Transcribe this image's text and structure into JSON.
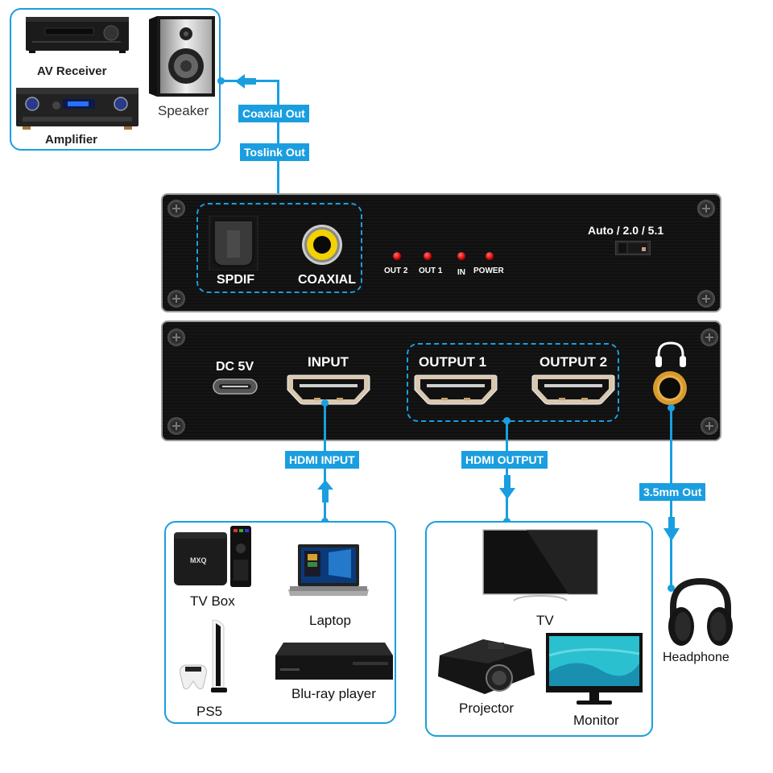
{
  "colors": {
    "accent": "#1a9ee0",
    "panel": "#111111",
    "led": "#e00000",
    "coax_ring": "#f2d200",
    "jack_gold": "#d89a2a"
  },
  "audio_devices": {
    "items": [
      {
        "label": "AV Receiver",
        "icon": "av-receiver-icon"
      },
      {
        "label": "Amplifier",
        "icon": "amplifier-icon"
      },
      {
        "label": "Speaker",
        "icon": "speaker-icon"
      }
    ]
  },
  "connectors": {
    "coaxial_out": "Coaxial Out",
    "toslink_out": "Toslink Out",
    "hdmi_input": "HDMI INPUT",
    "hdmi_output": "HDMI OUTPUT",
    "headphone_out": "3.5mm Out"
  },
  "front_panel": {
    "spdif": "SPDIF",
    "coaxial": "COAXIAL",
    "leds": [
      "OUT 2",
      "OUT 1",
      "IN",
      "POWER"
    ],
    "mode_switch_label": "Auto / 2.0 / 5.1"
  },
  "rear_panel": {
    "dc": "DC 5V",
    "input": "INPUT",
    "output1": "OUTPUT 1",
    "output2": "OUTPUT 2"
  },
  "sources": {
    "items": [
      {
        "label": "TV Box",
        "icon": "tv-box-icon"
      },
      {
        "label": "Laptop",
        "icon": "laptop-icon"
      },
      {
        "label": "PS5",
        "icon": "ps5-icon"
      },
      {
        "label": "Blu-ray player",
        "icon": "bluray-player-icon"
      }
    ]
  },
  "displays": {
    "items": [
      {
        "label": "TV",
        "icon": "tv-icon"
      },
      {
        "label": "Projector",
        "icon": "projector-icon"
      },
      {
        "label": "Monitor",
        "icon": "monitor-icon"
      }
    ]
  },
  "headphone": {
    "label": "Headphone",
    "icon": "headphone-icon"
  }
}
